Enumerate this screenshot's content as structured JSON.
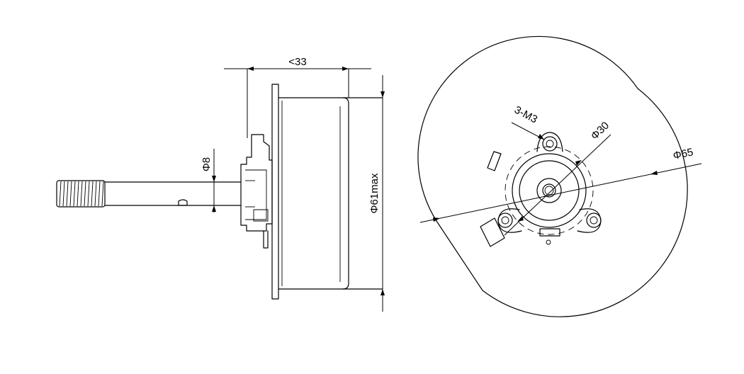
{
  "side_view": {
    "length_label": "<33",
    "shaft_diameter_label": "Φ8",
    "body_diameter_label": "Φ61max"
  },
  "front_view": {
    "mount_holes_label": "3-M3",
    "hole_circle_label": "Φ30",
    "outline_diameter_label": "Φ65"
  }
}
